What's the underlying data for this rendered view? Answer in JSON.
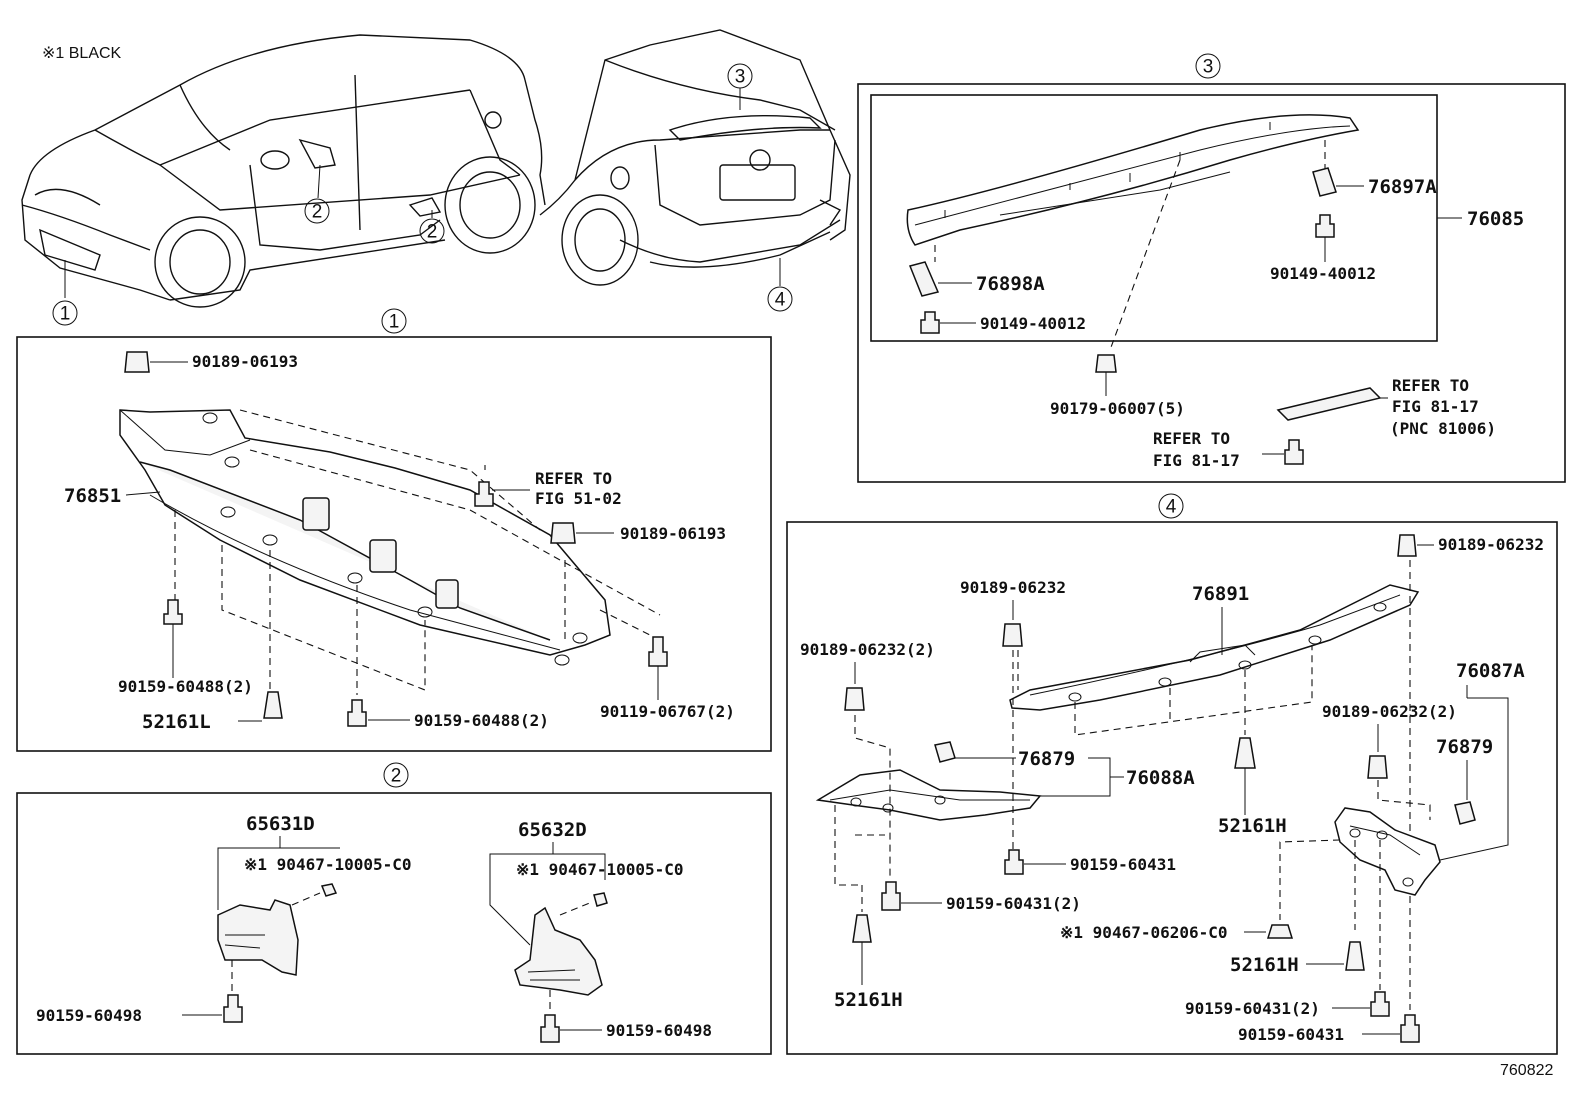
{
  "note": "※1 BLACK",
  "figure_number": "760822",
  "callouts": {
    "c1": "1",
    "c2": "2",
    "c3": "3",
    "c4": "4"
  },
  "section1": {
    "title": "1",
    "labels": {
      "clip_top": "90189-06193",
      "main_part": "76851",
      "refer_to": "REFER TO",
      "refer_fig": "FIG 51-02",
      "clip_right": "90189-06193",
      "screw_left": "90159-60488(2)",
      "rivet": "52161L",
      "screw_mid": "90159-60488(2)",
      "bolt_right": "90119-06767(2)"
    }
  },
  "section2": {
    "title": "2",
    "labels": {
      "left_part": "65631D",
      "left_black": "※1 90467-10005-C0",
      "left_screw": "90159-60498",
      "right_part": "65632D",
      "right_black": "※1 90467-10005-C0",
      "right_screw": "90159-60498"
    }
  },
  "section3": {
    "title": "3",
    "labels": {
      "bracket_right": "76897A",
      "assembly": "76085",
      "bracket_left": "76898A",
      "screw_right": "90149-40012",
      "screw_left": "90149-40012",
      "clip_bottom": "90179-06007(5)",
      "refer_right": "REFER TO",
      "refer_right_fig": "FIG 81-17",
      "refer_right_pnc": "(PNC 81006)",
      "refer_left": "REFER TO",
      "refer_left_fig": "FIG 81-17"
    }
  },
  "section4": {
    "title": "4",
    "labels": {
      "clip_top_right": "90189-06232",
      "clip_top_mid": "90189-06232",
      "main_part": "76891",
      "clip_left": "90189-06232(2)",
      "assembly_right": "76087A",
      "clip_right_mid": "90189-06232(2)",
      "clip_76879_left": "76879",
      "assembly_left": "76088A",
      "clip_76879_right": "76879",
      "rivet_center": "52161H",
      "screw_mid": "90159-60431",
      "screw_left2": "90159-60431(2)",
      "black_nut": "※1 90467-06206-C0",
      "rivet_left": "52161H",
      "rivet_right": "52161H",
      "screw_right2": "90159-60431(2)",
      "screw_bottom": "90159-60431"
    }
  }
}
